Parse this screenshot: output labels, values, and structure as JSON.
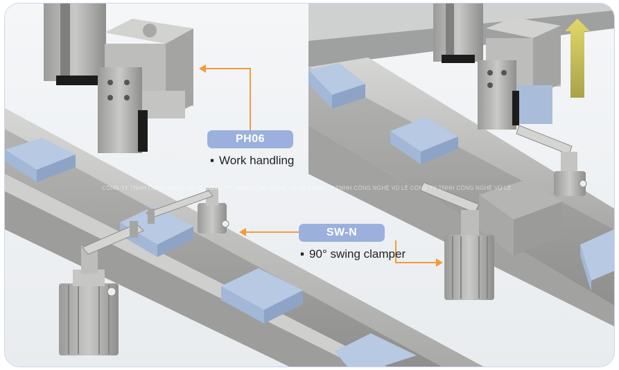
{
  "colors": {
    "badge": "#9bb0dc",
    "arrow": "#f39a3a",
    "lift_arrow": "#c8c25a",
    "workpiece": "#b7c9e3",
    "steel": "#b9b9b7"
  },
  "callouts": [
    {
      "badge": "PH06",
      "description": "Work handling",
      "bullet": "▪"
    },
    {
      "badge": "SW-N",
      "description": "90° swing clamper",
      "bullet": "▪"
    }
  ],
  "watermark": "CÔNG TY TNHH CÔNG NGHỆ VŨ LÊ CÔNG TY TNHH CÔNG NGHỆ VŨ LÊ CÔNG TY TNHH CÔNG NGHỆ VŨ LÊ CÔNG TY TNHH CÔNG NGHỆ VŨ LÊ"
}
